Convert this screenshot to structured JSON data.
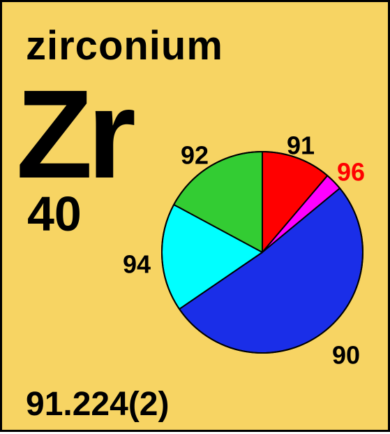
{
  "element": {
    "name": "zirconium",
    "symbol": "Zr",
    "atomic_number": "40",
    "atomic_weight": "91.224(2)"
  },
  "colors": {
    "background": "#f7d463",
    "border": "#000000",
    "text": "#000000"
  },
  "chart_data": {
    "type": "pie",
    "title": "",
    "start_angle_deg": 0,
    "direction": "clockwise",
    "slices": [
      {
        "label": "91",
        "value": 11.22,
        "color": "#ff0000",
        "label_color": "#000000"
      },
      {
        "label": "96",
        "value": 2.8,
        "color": "#ff00ff",
        "label_color": "#ff0000"
      },
      {
        "label": "90",
        "value": 51.45,
        "color": "#1a2ee8",
        "label_color": "#000000"
      },
      {
        "label": "94",
        "value": 17.38,
        "color": "#00ffff",
        "label_color": "#000000"
      },
      {
        "label": "92",
        "value": 17.15,
        "color": "#33cc33",
        "label_color": "#000000"
      }
    ]
  }
}
